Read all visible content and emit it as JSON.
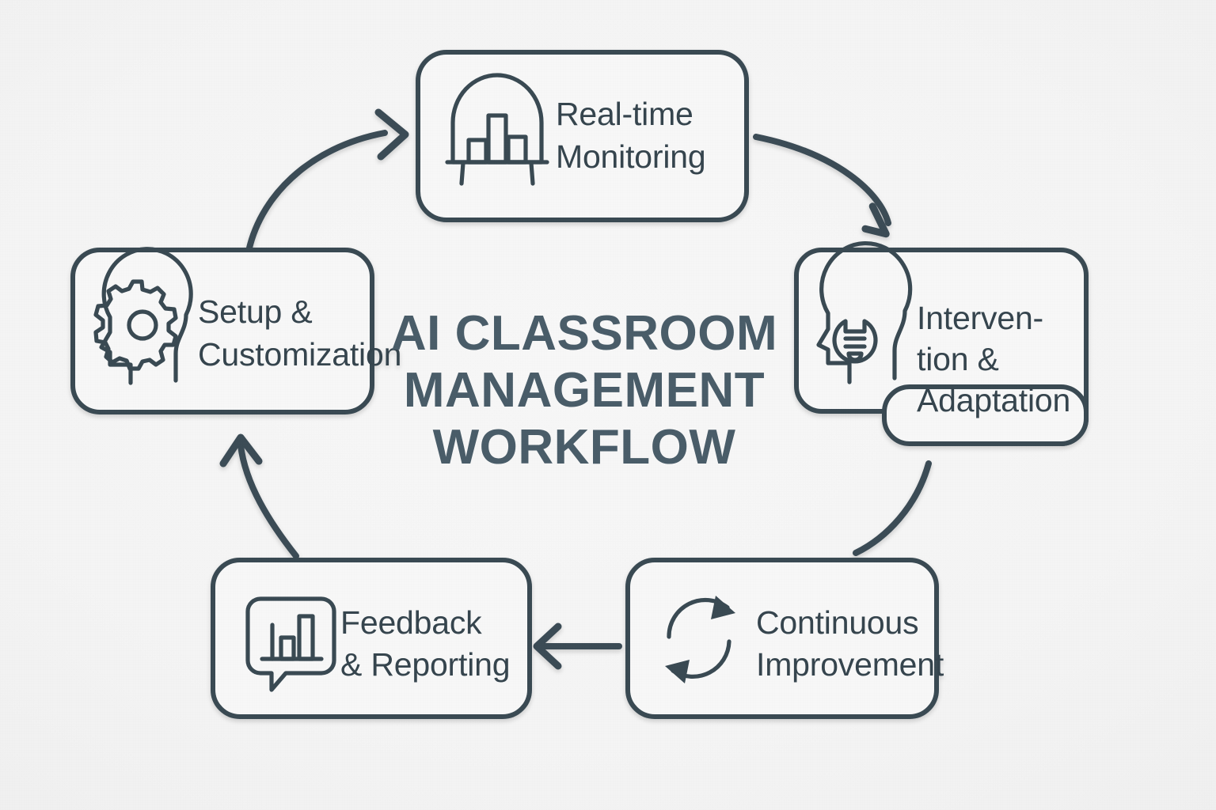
{
  "title": {
    "lines": [
      "AI CLASSROOM",
      "MANAGEMENT",
      "WORKFLOW"
    ],
    "full": "AI CLASSROOM MANAGEMENT WORKFLOW",
    "color": "#4a5d69"
  },
  "theme": {
    "background": "#f1f1f1",
    "box_fill": "#f7f7f7",
    "stroke": "#3a4a53",
    "connector": "#3c4c56",
    "text": "#36454e"
  },
  "nodes": [
    {
      "id": "real-time-monitoring",
      "label_lines": [
        "Real-time",
        "Monitoring"
      ],
      "label": "Real-time Monitoring",
      "icon": "monitor-bar-chart-icon",
      "position": "top"
    },
    {
      "id": "intervention-adaptation",
      "label_lines": [
        "Interven-",
        "tion &",
        "Adaptation"
      ],
      "label": "Intervention & Adaptation",
      "icon": "head-lightbulb-icon",
      "position": "right"
    },
    {
      "id": "continuous-improvement",
      "label_lines": [
        "Continuous",
        "Improvement"
      ],
      "label": "Continuous Improvement",
      "icon": "refresh-cycle-icon",
      "position": "bottom-right"
    },
    {
      "id": "feedback-reporting",
      "label_lines": [
        "Feedback",
        "& Reporting"
      ],
      "label": "Feedback & Reporting",
      "icon": "speech-bubble-chart-icon",
      "position": "bottom-left"
    },
    {
      "id": "setup-customization",
      "label_lines": [
        "Setup &",
        "Customization"
      ],
      "label": "Setup & Customization",
      "icon": "head-gear-icon",
      "position": "left"
    }
  ],
  "connectors": [
    {
      "id": "setup-to-monitoring",
      "from": "setup-customization",
      "to": "real-time-monitoring",
      "style": "curved",
      "arrowhead": true,
      "direction": "clockwise"
    },
    {
      "id": "monitoring-to-intervention",
      "from": "real-time-monitoring",
      "to": "intervention-adaptation",
      "style": "curved",
      "arrowhead": true,
      "direction": "clockwise"
    },
    {
      "id": "intervention-to-improvement",
      "from": "intervention-adaptation",
      "to": "continuous-improvement",
      "style": "curved",
      "arrowhead": false,
      "direction": "clockwise"
    },
    {
      "id": "improvement-to-feedback",
      "from": "continuous-improvement",
      "to": "feedback-reporting",
      "style": "straight",
      "arrowhead": true,
      "direction": "leftward"
    },
    {
      "id": "feedback-to-setup",
      "from": "feedback-reporting",
      "to": "setup-customization",
      "style": "curved",
      "arrowhead": true,
      "direction": "upward"
    }
  ],
  "chart_data": {
    "type": "diagram",
    "title": "AI CLASSROOM MANAGEMENT WORKFLOW",
    "layout": "cycle",
    "steps": [
      "Real-time Monitoring",
      "Intervention & Adaptation",
      "Continuous Improvement",
      "Feedback & Reporting",
      "Setup & Customization"
    ]
  }
}
